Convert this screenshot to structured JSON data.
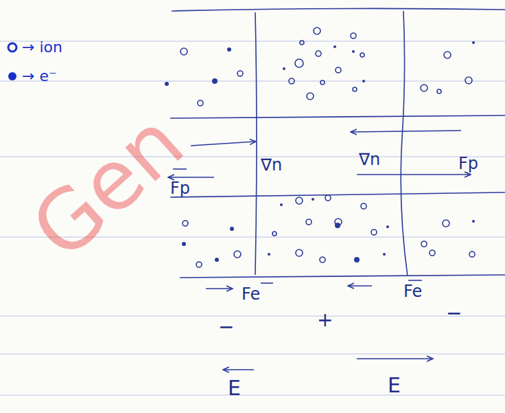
{
  "diagram": {
    "labels": [
      "Fp",
      "∇n",
      "∇n",
      "Fp",
      "Fe",
      "Fe",
      "−",
      "+",
      "−",
      "E",
      "E",
      "Gen"
    ],
    "legend": [
      {
        "text": "→ ion"
      },
      {
        "text": "→ e⁻"
      }
    ]
  }
}
